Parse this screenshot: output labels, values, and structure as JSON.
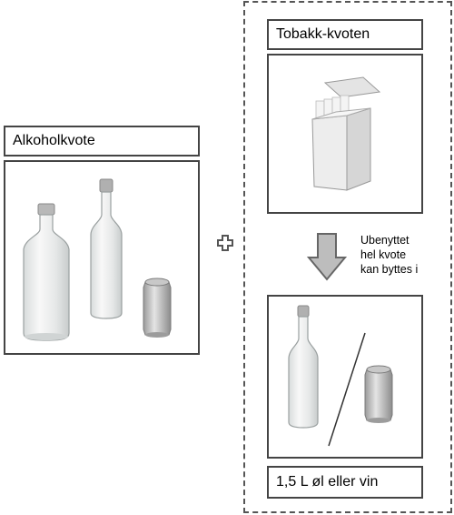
{
  "alcohol": {
    "label": "Alkoholkvote"
  },
  "tobacco": {
    "label": "Tobakk-kvoten"
  },
  "exchange": {
    "note_lines": [
      "Ubenyttet",
      "hel kvote",
      "kan byttes i"
    ],
    "result_label": "1,5 L øl eller vin"
  },
  "icons": {
    "plus": "plus-icon",
    "arrow": "down-arrow-icon",
    "cigarettes": "cigarette-pack-icon",
    "bottle": "bottle-icon",
    "can": "can-icon"
  },
  "colors": {
    "border": "#444444",
    "arrow_fill": "#bdbdbd",
    "arrow_stroke": "#666666"
  }
}
